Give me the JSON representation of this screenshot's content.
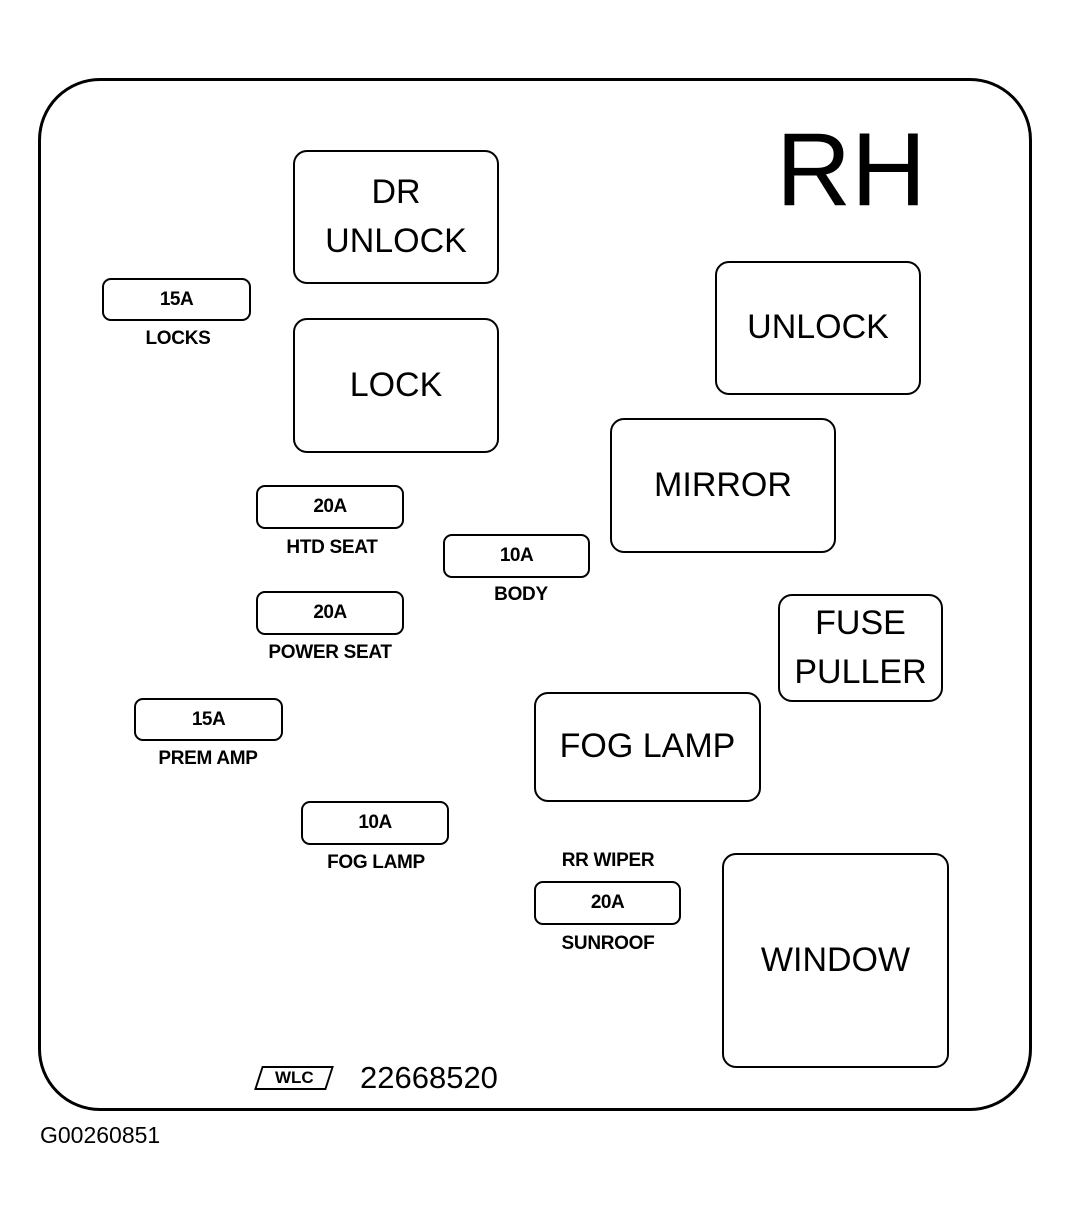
{
  "panel_side": "RH",
  "relays": {
    "dr_unlock": [
      "DR",
      "UNLOCK"
    ],
    "lock": "LOCK",
    "unlock": "UNLOCK",
    "mirror": "MIRROR",
    "fuse_puller": [
      "FUSE",
      "PULLER"
    ],
    "fog_lamp": "FOG LAMP",
    "window": "WINDOW"
  },
  "fuses": {
    "locks": {
      "rating": "15A",
      "label": "LOCKS"
    },
    "htd_seat": {
      "rating": "20A",
      "label": "HTD SEAT"
    },
    "body": {
      "rating": "10A",
      "label": "BODY"
    },
    "power_seat": {
      "rating": "20A",
      "label": "POWER SEAT"
    },
    "prem_amp": {
      "rating": "15A",
      "label": "PREM AMP"
    },
    "fog_lamp": {
      "rating": "10A",
      "label": "FOG LAMP"
    },
    "sunroof": {
      "rating": "20A",
      "label_top": "RR WIPER",
      "label": "SUNROOF"
    }
  },
  "manufacturer_mark": "WLC",
  "part_number": "22668520",
  "figure_id": "G00260851"
}
